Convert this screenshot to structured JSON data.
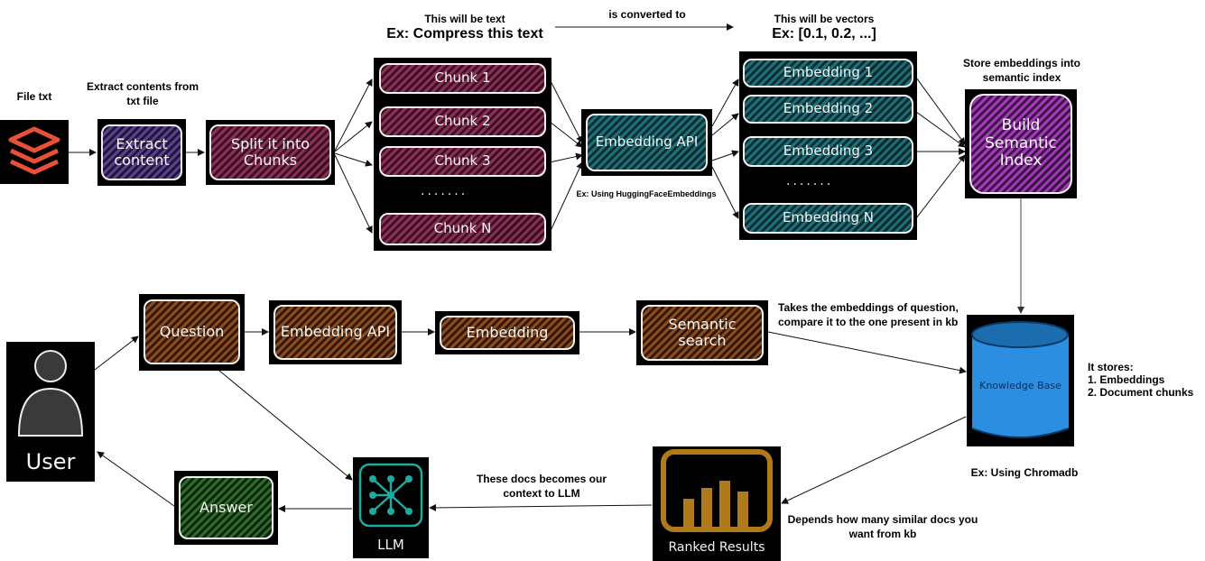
{
  "pipeline_top": {
    "file_label": "File txt",
    "extract_caption": "Extract contents from txt file",
    "extract_node": "Extract content",
    "split_node": "Split it into Chunks",
    "text_caption_1": "This will be text",
    "text_caption_2": "Ex: Compress  this text",
    "converted_caption": "is converted to",
    "vectors_caption_1": "This will be vectors",
    "vectors_caption_2": "Ex: [0.1, 0.2, ...]",
    "chunks": [
      "Chunk 1",
      "Chunk 2",
      "Chunk 3",
      "Chunk N"
    ],
    "chunk_ellipsis": ".......",
    "embedding_api": "Embedding API",
    "embedding_api_caption": "Ex: Using HuggingFaceEmbeddings",
    "embeddings": [
      "Embedding 1",
      "Embedding 2",
      "Embedding 3",
      "Embedding N"
    ],
    "embedding_ellipsis": ".......",
    "store_caption": "Store embeddings into semantic index",
    "build_index": "Build Semantic Index"
  },
  "pipeline_bottom": {
    "user_label": "User",
    "question_node": "Question",
    "embedding_api_node": "Embedding API",
    "embedding_node": "Embedding",
    "semantic_search_node": "Semantic search",
    "takes_caption": "Takes the embeddings of question, compare it to the one present in kb",
    "kb_label": "Knowledge Base",
    "kb_stores_title": "It stores:",
    "kb_stores_items": [
      "1. Embeddings",
      "2. Document chunks"
    ],
    "chromadb_caption": "Ex: Using Chromadb",
    "depends_caption": "Depends how many similar docs you want from kb",
    "ranked_label": "Ranked Results",
    "docs_caption": "These docs becomes our context to LLM",
    "llm_label": "LLM",
    "answer_node": "Answer"
  },
  "colors": {
    "chunk": "#8a2f55",
    "extract": "#5a3f8c",
    "embedding": "#1f6f78",
    "index": "#a23ab8",
    "query": "#8a4a1c",
    "answer": "#2e6a2a",
    "kb": "#2b8ee0",
    "ranked": "#b07a1a",
    "llm": "#1faaa0",
    "file_icon": "#e8503a"
  }
}
